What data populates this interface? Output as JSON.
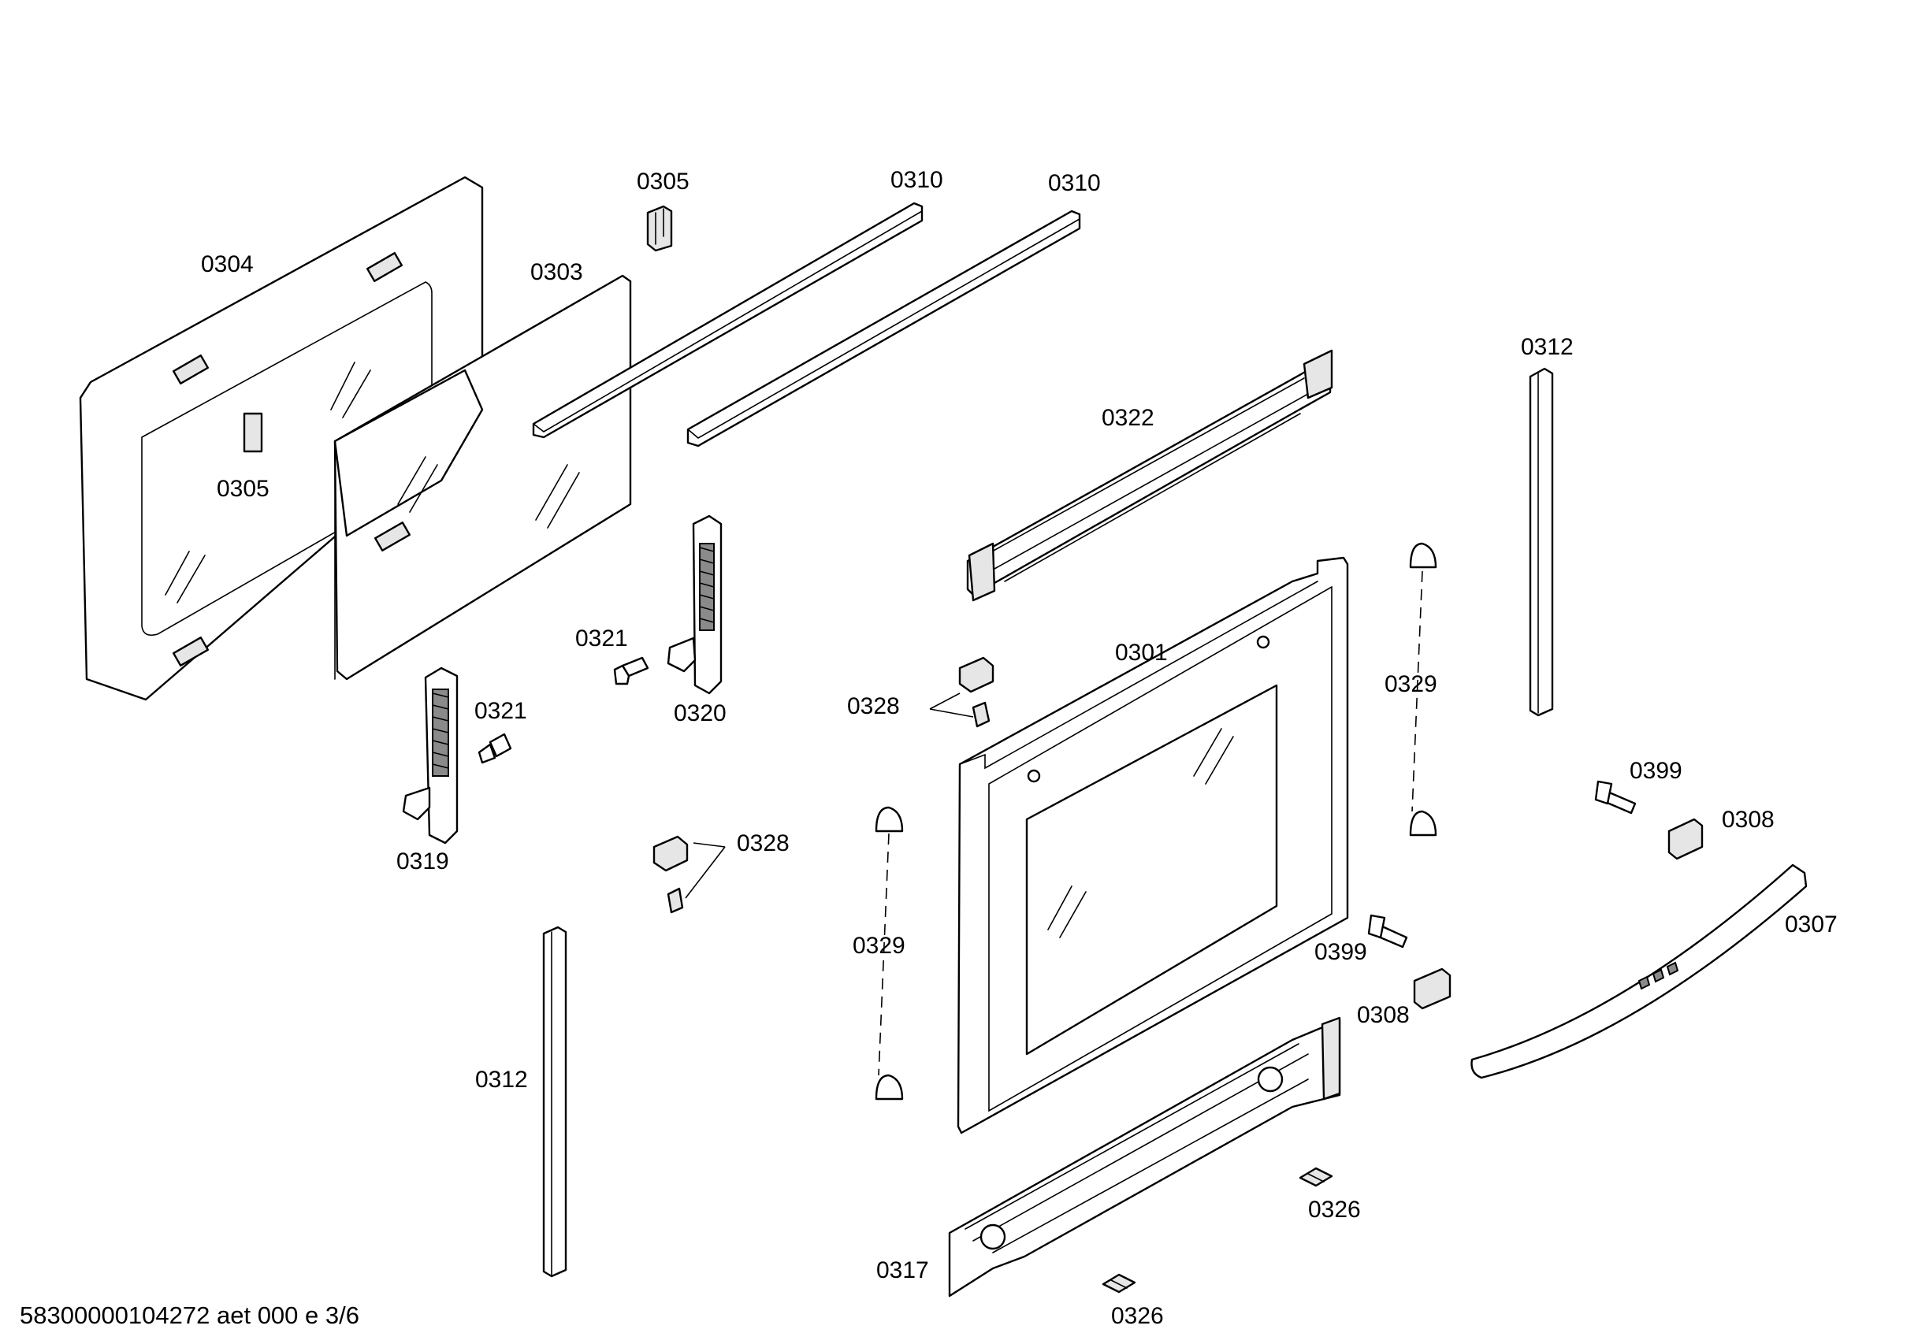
{
  "labels": {
    "p0304": "0304",
    "p0303": "0303",
    "p0305_top": "0305",
    "p0305_left": "0305",
    "p0310_a": "0310",
    "p0310_b": "0310",
    "p0312_right": "0312",
    "p0312_left": "0312",
    "p0322": "0322",
    "p0301": "0301",
    "p0321_a": "0321",
    "p0321_b": "0321",
    "p0320": "0320",
    "p0319": "0319",
    "p0328_a": "0328",
    "p0328_b": "0328",
    "p0329_right": "0329",
    "p0329_left": "0329",
    "p0399_a": "0399",
    "p0399_b": "0399",
    "p0308_a": "0308",
    "p0308_b": "0308",
    "p0307": "0307",
    "p0317": "0317",
    "p0326_a": "0326",
    "p0326_b": "0326"
  },
  "footer": "58300000104272 aet 000 e 3/6"
}
